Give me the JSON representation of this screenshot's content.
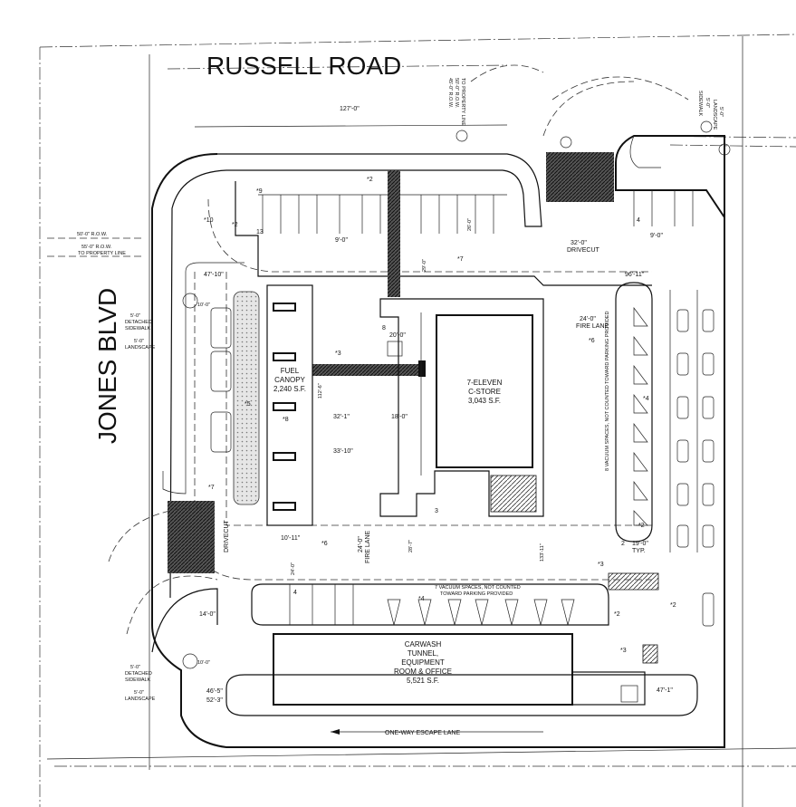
{
  "streets": {
    "north": "RUSSELL ROAD",
    "west": "JONES BLVD"
  },
  "buildings": {
    "cstore": {
      "name": "7-ELEVEN",
      "type": "C-STORE",
      "area": "3,043 S.F."
    },
    "canopy": {
      "name": "FUEL",
      "type": "CANOPY",
      "area": "2,240 S.F."
    },
    "carwash": {
      "line1": "CARWASH",
      "line2": "TUNNEL,",
      "line3": "EQUIPMENT",
      "line4": "ROOM & OFFICE",
      "area": "5,521 S.F."
    }
  },
  "labels": {
    "fire_lane_right": "24'-0\"",
    "fire_lane_right_text": "FIRE LANE",
    "fire_lane_bottom": "24'-0\"",
    "fire_lane_bottom_text": "FIRE LANE",
    "escape_lane": "ONE-WAY ESCAPE LANE",
    "drivecut_top": "DRIVECUT",
    "drivecut_top_dim": "32'-0\"",
    "drivecut_left": "DRIVECUT",
    "vacuum_right": "8 VACUUM SPACES, NOT COUNTED TOWARD PARKING PROVIDED",
    "vacuum_bottom_1": "7 VACUUM SPACES, NOT COUNTED",
    "vacuum_bottom_2": "TOWARD PARKING PROVIDED",
    "row_50": "50'-0\" R.O.W.",
    "row_55_1": "55'-0\" R.O.W.",
    "row_55_2": "TO PROPERTY LINE",
    "row_top_1": "45'-0\" R.O.W.",
    "row_top_2": "50'-0\" R.O.W.",
    "row_top_3": "TO PROPERTY LINE",
    "detached_sidewalk_1": "5'-0\"",
    "detached_sidewalk_2": "DETACHED",
    "detached_sidewalk_3": "SIDEWALK",
    "landscape_1": "5'-0\"",
    "landscape_2": "LANDSCAPE",
    "landscape_10": "10'-0\"",
    "sidewalk_right_1": "5'-0\"",
    "sidewalk_right_2": "SIDEWALK",
    "landscape_right_1": "5'-0\"",
    "landscape_right_2": "LANDSCAPE",
    "dim_127": "127'-0\"",
    "dim_96": "96'-11\"",
    "dim_47_10": "47'-10\"",
    "dim_112": "112'-6\"",
    "dim_32_1": "32'-1\"",
    "dim_18": "18'-0\"",
    "dim_33": "33'-10\"",
    "dim_20": "20'-0\"",
    "dim_19": "19'-0\"",
    "dim_19_typ": "TYP.",
    "dim_9": "9'-0\"",
    "dim_14": "14'-0\"",
    "dim_46_5": "46'-5\"",
    "dim_52_3": "52'-3\"",
    "dim_47_1": "47'-1\"",
    "dim_26": "26'-0\"",
    "dim_29": "29'-0\"",
    "dim_10_11": "10'-11\"",
    "dim_133": "133'-11\"",
    "dim_28": "28'-7\"",
    "dim_24_bottom": "24'-0\"",
    "note_2": "*2",
    "note_3": "*3",
    "note_4": "*4",
    "note_5": "*5",
    "note_6": "*6",
    "note_7": "*7",
    "note_8": "*8",
    "note_9": "*9",
    "note_10": "*10",
    "num_4": "4",
    "num_8": "8",
    "num_13": "13",
    "num_3": "3",
    "num_2": "2"
  }
}
